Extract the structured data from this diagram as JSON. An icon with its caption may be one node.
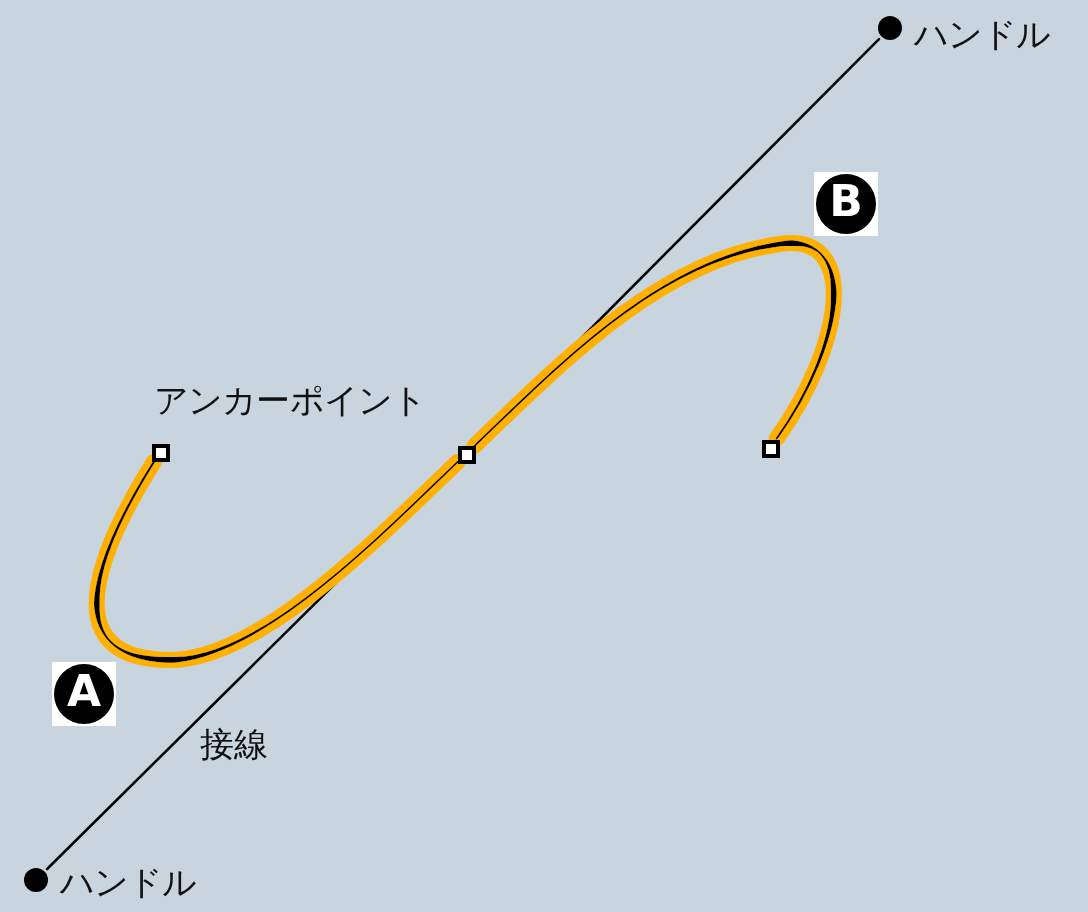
{
  "diagram": {
    "nodes": [
      {
        "text": [],
        "shape": "circle",
        "beside": [
          "ハンドル"
        ]
      },
      {
        "text": [],
        "shape": "box"
      },
      {
        "text": [],
        "shape": "box"
      },
      {
        "text": [],
        "shape": "box"
      },
      {
        "text": [],
        "shape": "circle",
        "beside": [
          "ハンドル"
        ]
      }
    ],
    "edges": [
      {
        "from": 4,
        "to": 2,
        "arrow": "none",
        "label": "接線"
      },
      {
        "from": 2,
        "to": 0,
        "arrow": "none"
      },
      {
        "from": 1,
        "to": 2,
        "arrow": "none",
        "style": "thick",
        "color": "#ffb000"
      },
      {
        "from": 2,
        "to": 3,
        "arrow": "none",
        "style": "thick",
        "color": "#ffb000"
      }
    ],
    "labels": [
      "アンカーポイント",
      "B",
      "A"
    ]
  }
}
